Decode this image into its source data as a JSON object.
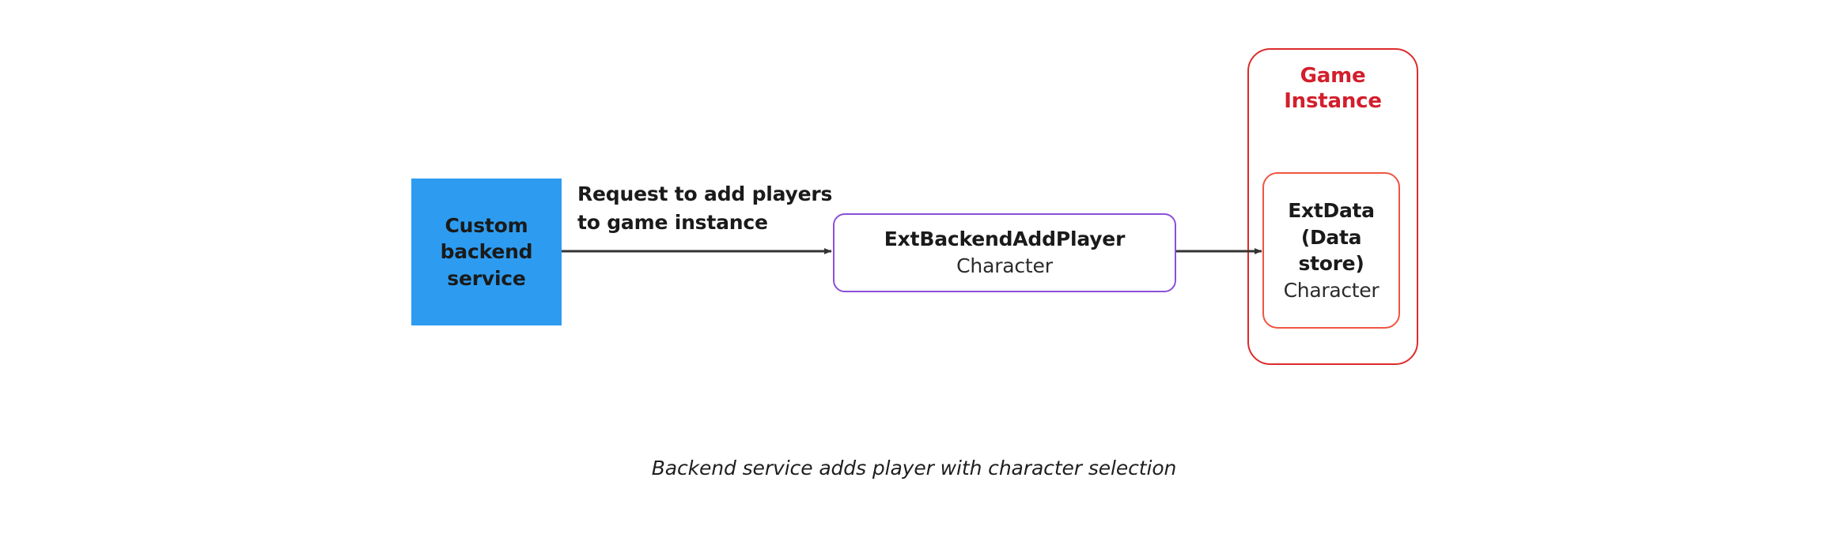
{
  "diagram": {
    "caption": "Backend service adds player with character selection",
    "colors": {
      "source_fill": "#2d9cf0",
      "request_border": "#8b4fd8",
      "container_border": "#dd2b2b",
      "container_title": "#d21f2c",
      "datastore_border": "#f0553f",
      "arrow": "#333333",
      "text": "#1a1a1a",
      "background": "#ffffff"
    },
    "nodes": {
      "source": {
        "label": "Custom\nbackend\nservice"
      },
      "request": {
        "title": "ExtBackendAddPlayer",
        "subtitle": "Character"
      },
      "container": {
        "title": "Game\nInstance"
      },
      "datastore": {
        "title": "ExtData\n(Data\nstore)",
        "subtitle": "Character"
      }
    },
    "edges": {
      "source_to_request": {
        "label": "Request to add players\nto game instance"
      },
      "request_to_datastore": {
        "label": ""
      }
    }
  }
}
